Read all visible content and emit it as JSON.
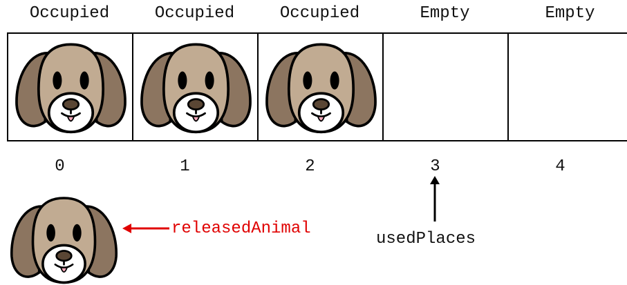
{
  "array": {
    "slots": [
      {
        "index": "0",
        "status": "Occupied",
        "occupied": true
      },
      {
        "index": "1",
        "status": "Occupied",
        "occupied": true
      },
      {
        "index": "2",
        "status": "Occupied",
        "occupied": true
      },
      {
        "index": "3",
        "status": "Empty",
        "occupied": false
      },
      {
        "index": "4",
        "status": "Empty",
        "occupied": false
      }
    ]
  },
  "pointer": {
    "label": "usedPlaces",
    "target_index": 3
  },
  "released": {
    "label": "releasedAnimal",
    "color": "#e00000",
    "icon": "dog-face-icon"
  },
  "colors": {
    "fur": "#c1ab92",
    "ears": "#8c7560",
    "outline": "#000000",
    "tongue": "#f4a7b9"
  }
}
